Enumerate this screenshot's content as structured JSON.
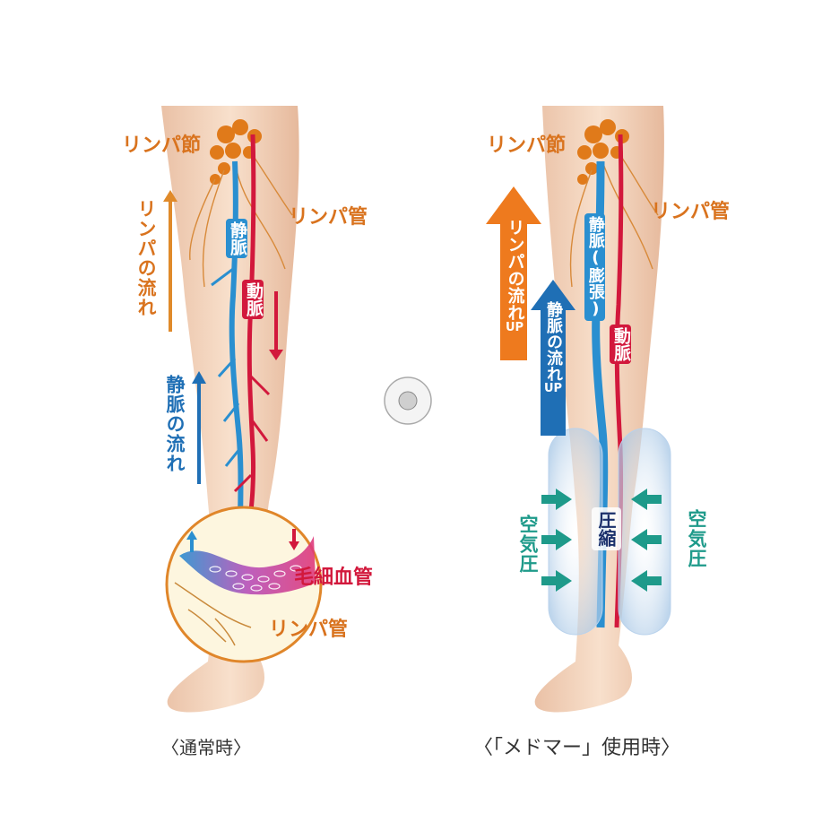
{
  "normal": {
    "lymph_node": "リンパ節",
    "lymph_vessel": "リンパ管",
    "lymph_flow": "リンパの流れ",
    "vein": "静脈",
    "artery": "動脈",
    "vein_flow": "静脈の流れ",
    "capillary": "毛細血管",
    "lymph_vessel_inset": "リンパ管",
    "caption": "〈通常時〉"
  },
  "medomar": {
    "lymph_node": "リンパ節",
    "lymph_vessel": "リンパ管",
    "lymph_flow_up": "リンパの流れ",
    "lymph_flow_up_suffix": "UP",
    "vein_flow_up": "静脈の流れ",
    "vein_flow_up_suffix": "UP",
    "vein_dilation": "静脈(膨張)",
    "artery": "動脈",
    "compression": "圧縮",
    "air_pressure_left": "空気圧",
    "air_pressure_right": "空気圧",
    "caption": "〈「メドマー」使用時〉"
  },
  "colors": {
    "orange": "#d9731e",
    "vein_blue": "#2a8fd0",
    "artery_red": "#d2183c",
    "arrow_teal": "#1e9a8a",
    "skin": "#f6d8c2"
  },
  "icons": [
    "up-arrow-icon",
    "down-arrow-icon",
    "right-arrow-icon",
    "left-arrow-icon",
    "circle-dot-icon"
  ]
}
